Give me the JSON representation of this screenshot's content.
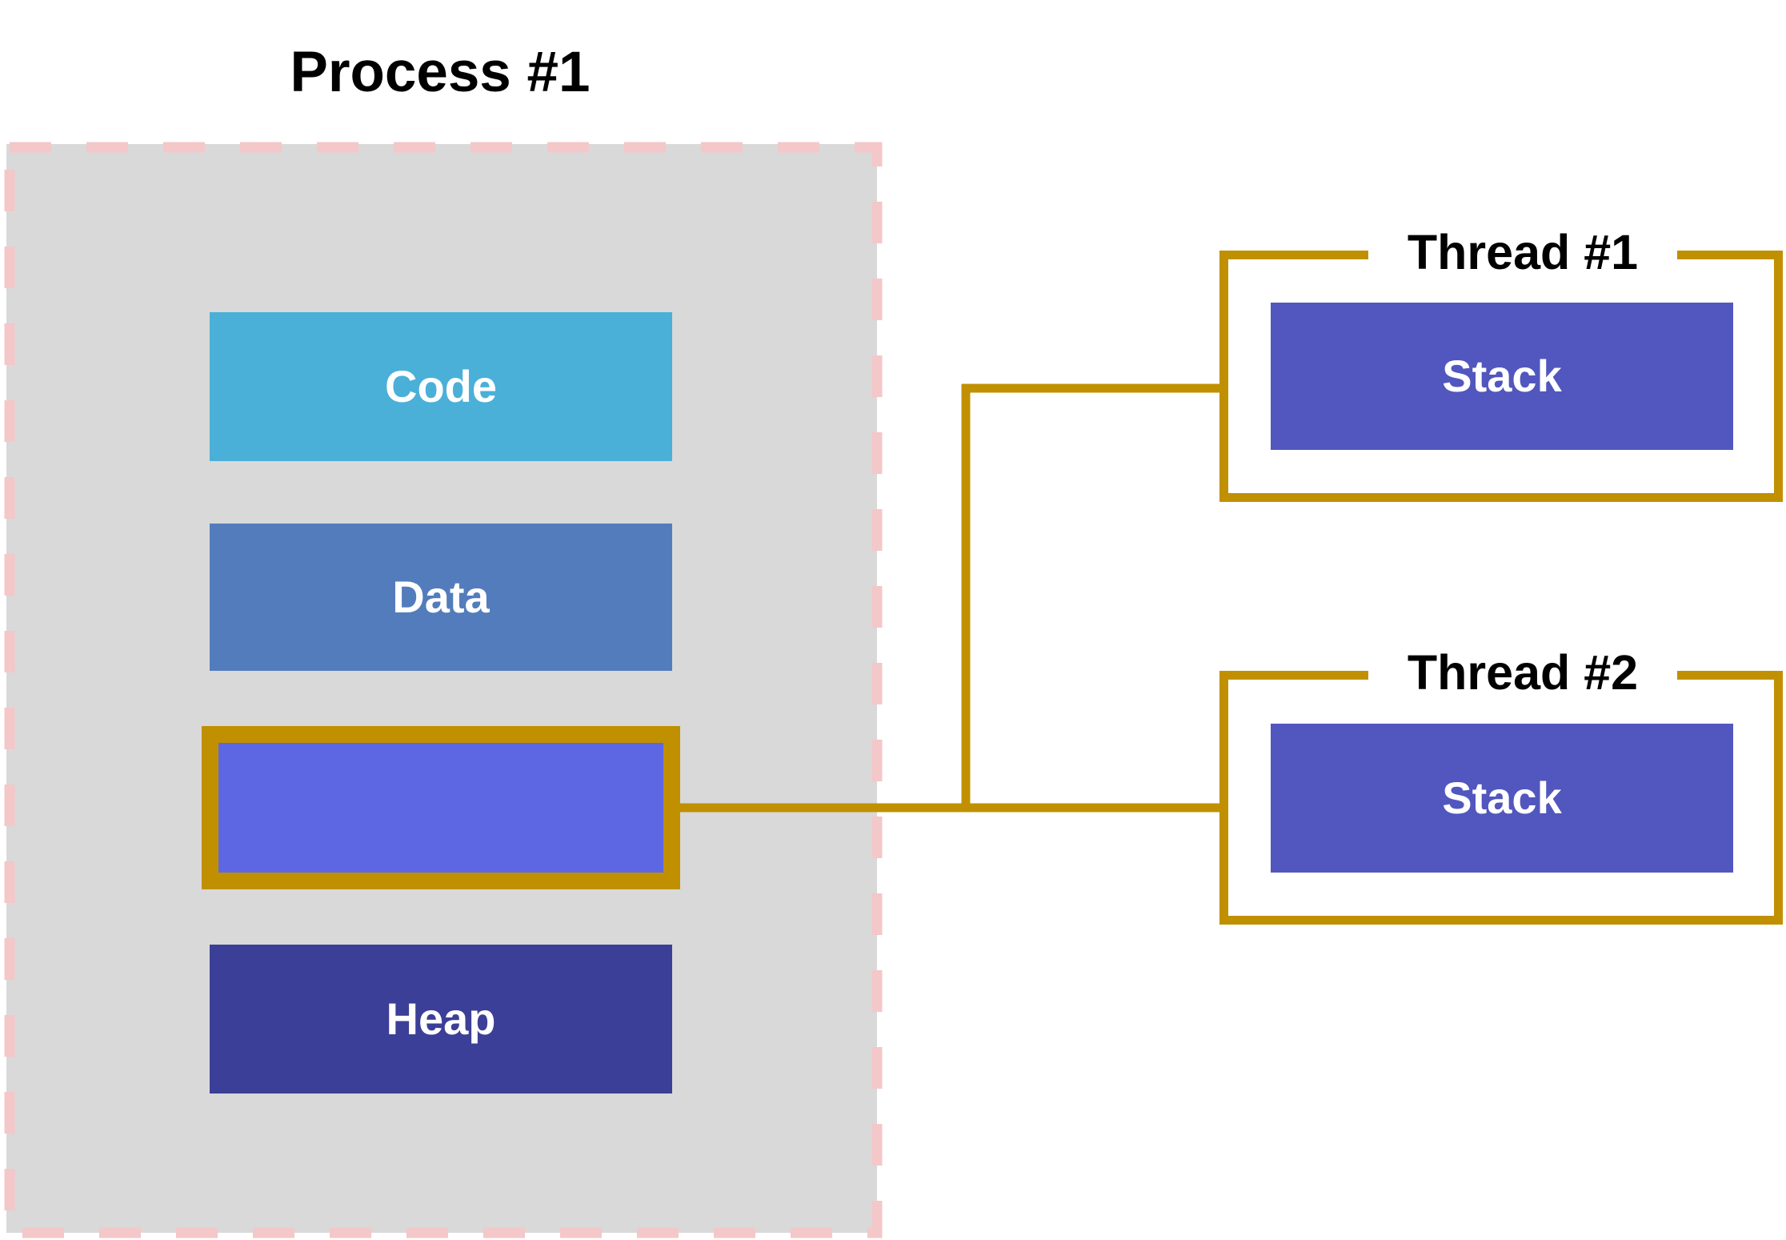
{
  "process": {
    "title": "Process #1",
    "segments": {
      "code": "Code",
      "data": "Data",
      "stack": "",
      "heap": "Heap"
    }
  },
  "threads": [
    {
      "title": "Thread #1",
      "stack_label": "Stack"
    },
    {
      "title": "Thread #2",
      "stack_label": "Stack"
    }
  ],
  "colors": {
    "process_fill": "#d9d9d9",
    "process_border": "#f4c7c9",
    "code": "#4ab0d8",
    "data": "#537cbc",
    "stack_highlight": "#5d67e3",
    "heap": "#3b3f97",
    "thread_stack": "#5157be",
    "connector": "#c09000"
  }
}
